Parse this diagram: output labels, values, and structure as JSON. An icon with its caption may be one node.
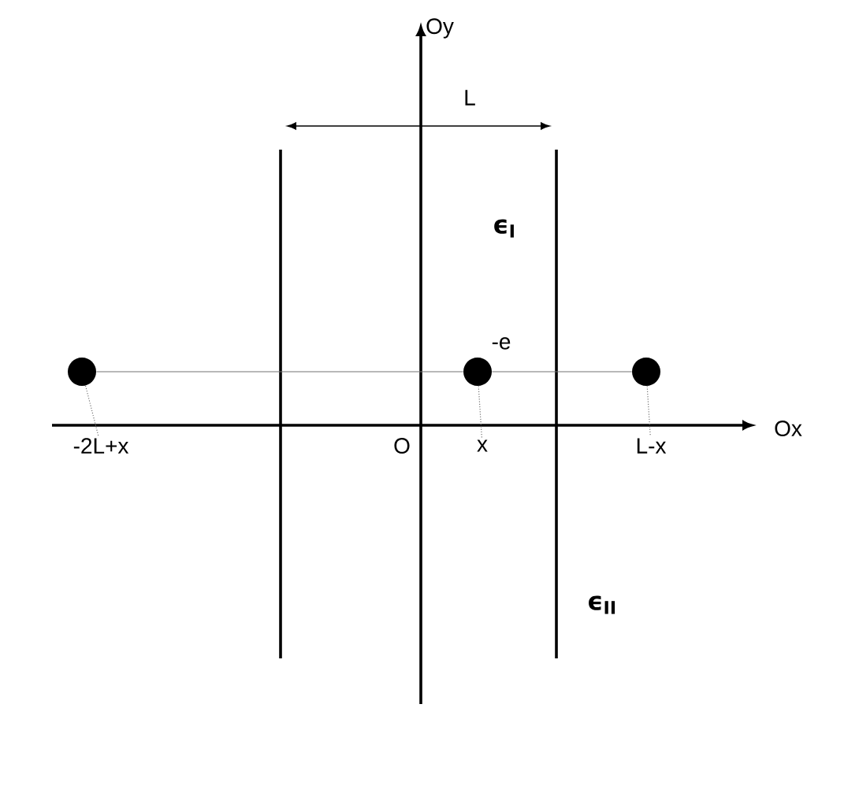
{
  "diagram": {
    "nodes": [
      {
        "text": [],
        "shape": "circle"
      },
      {
        "text": [],
        "shape": "circle",
        "beside": [
          "-e"
        ]
      },
      {
        "text": [],
        "shape": "circle"
      },
      {
        "text": [
          "-2L+x"
        ]
      },
      {
        "text": [
          "x"
        ]
      },
      {
        "text": [
          "L-x"
        ]
      }
    ],
    "edges": [
      {
        "from": 0,
        "to": 1,
        "arrow": "none"
      },
      {
        "from": 1,
        "to": 2,
        "arrow": "none"
      },
      {
        "from": 0,
        "to": 3,
        "arrow": "none",
        "style": "dashed"
      },
      {
        "from": 1,
        "to": 4,
        "arrow": "none",
        "style": "dashed"
      },
      {
        "from": 2,
        "to": 5,
        "arrow": "none",
        "style": "dashed"
      }
    ],
    "labels": [
      "Oy",
      "L",
      "ϵ$_{I}$",
      "O",
      "Ox",
      "ϵ$_{II}$"
    ]
  }
}
